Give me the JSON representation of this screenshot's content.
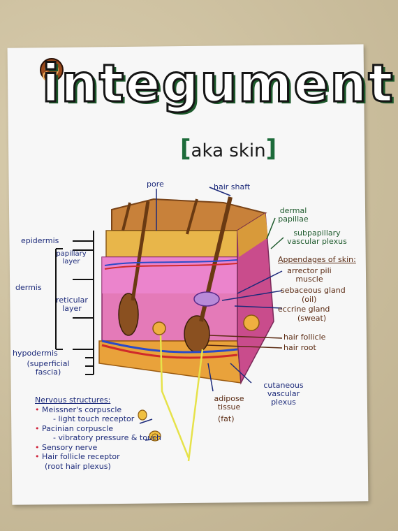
{
  "title": "integument",
  "subtitle": "aka skin",
  "left_labels": {
    "epidermis": "epidermis",
    "papillary_layer": "papillary layer",
    "dermis": "dermis",
    "reticular_layer": "reticular layer",
    "hypodermis": "hypodermis",
    "hypodermis_alt": "(superficial fascia)"
  },
  "top_labels": {
    "pore": "pore",
    "hair_shaft": "hair shaft"
  },
  "right_labels": {
    "dermal_papillae": "dermal papillae",
    "subpapillary_plexus": "subpapillary vascular plexus",
    "appendages_heading": "Appendages of skin:",
    "arrector_pili": "arrector pili muscle",
    "sebaceous_gland": "sebaceous gland",
    "sebaceous_note": "(oil)",
    "eccrine_gland": "eccrine gland",
    "eccrine_note": "(sweat)",
    "hair_follicle": "hair follicle",
    "hair_root": "hair root"
  },
  "bottom_labels": {
    "adipose": "adipose tissue",
    "adipose_note": "(fat)",
    "cutaneous_plexus": "cutaneous vascular plexus"
  },
  "nervous": {
    "heading": "Nervous structures:",
    "meissner": "Meissner's corpuscle",
    "meissner_desc": "- light touch receptor",
    "pacinian": "Pacinian corpuscle",
    "pacinian_desc": "- vibratory pressure & touch",
    "sensory_nerve": "Sensory nerve",
    "hair_receptor": "Hair follicle receptor",
    "hair_receptor_note": "(root hair plexus)"
  },
  "colors": {
    "title_shadow": "#1d5a2c",
    "navy_text": "#1c2a7a",
    "brown_text": "#5a2a12",
    "bullet_red": "#d0223a",
    "epidermis_tan": "#e0a040",
    "dermis_pink": "#e678b8",
    "fat_orange": "#e9a23b"
  }
}
